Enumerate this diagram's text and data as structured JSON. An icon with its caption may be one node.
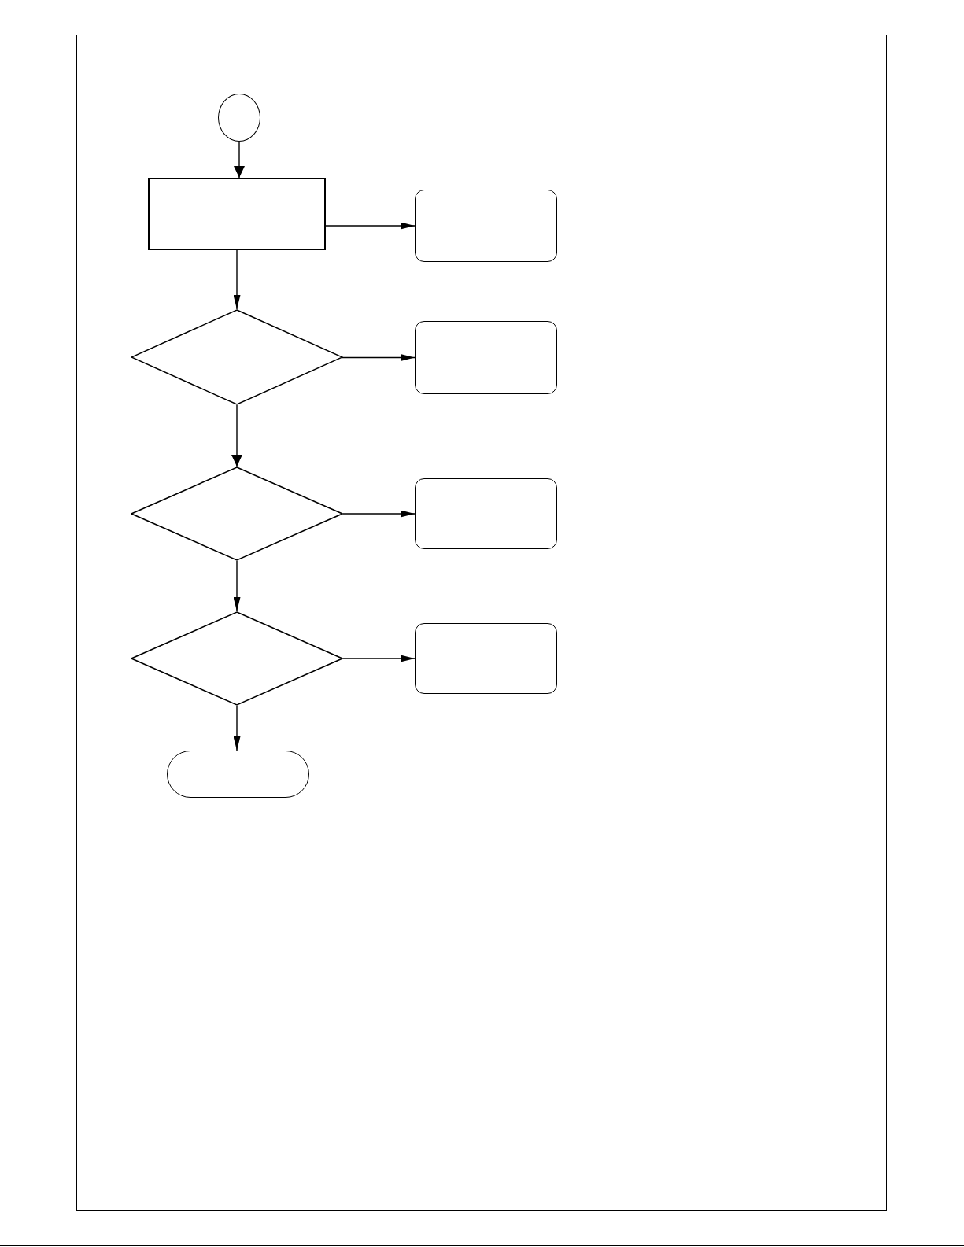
{
  "diagram": {
    "nodes": [
      {
        "text": [],
        "shape": "circle"
      },
      {
        "text": [],
        "shape": "box"
      },
      {
        "text": [],
        "shape": "box"
      },
      {
        "text": [],
        "shape": "diamond"
      },
      {
        "text": [],
        "shape": "box"
      },
      {
        "text": [],
        "shape": "diamond"
      },
      {
        "text": [],
        "shape": "box"
      },
      {
        "text": [],
        "shape": "diamond"
      },
      {
        "text": [],
        "shape": "box"
      },
      {
        "text": [],
        "shape": "pill"
      }
    ],
    "edges": [
      {
        "from": 0,
        "to": 1,
        "arrow": "to"
      },
      {
        "from": 1,
        "to": 2,
        "arrow": "to"
      },
      {
        "from": 1,
        "to": 3,
        "arrow": "to"
      },
      {
        "from": 3,
        "to": 4,
        "arrow": "to"
      },
      {
        "from": 3,
        "to": 5,
        "arrow": "to"
      },
      {
        "from": 5,
        "to": 6,
        "arrow": "to"
      },
      {
        "from": 5,
        "to": 7,
        "arrow": "to"
      },
      {
        "from": 7,
        "to": 8,
        "arrow": "to"
      },
      {
        "from": 7,
        "to": 9,
        "arrow": "to"
      }
    ]
  }
}
